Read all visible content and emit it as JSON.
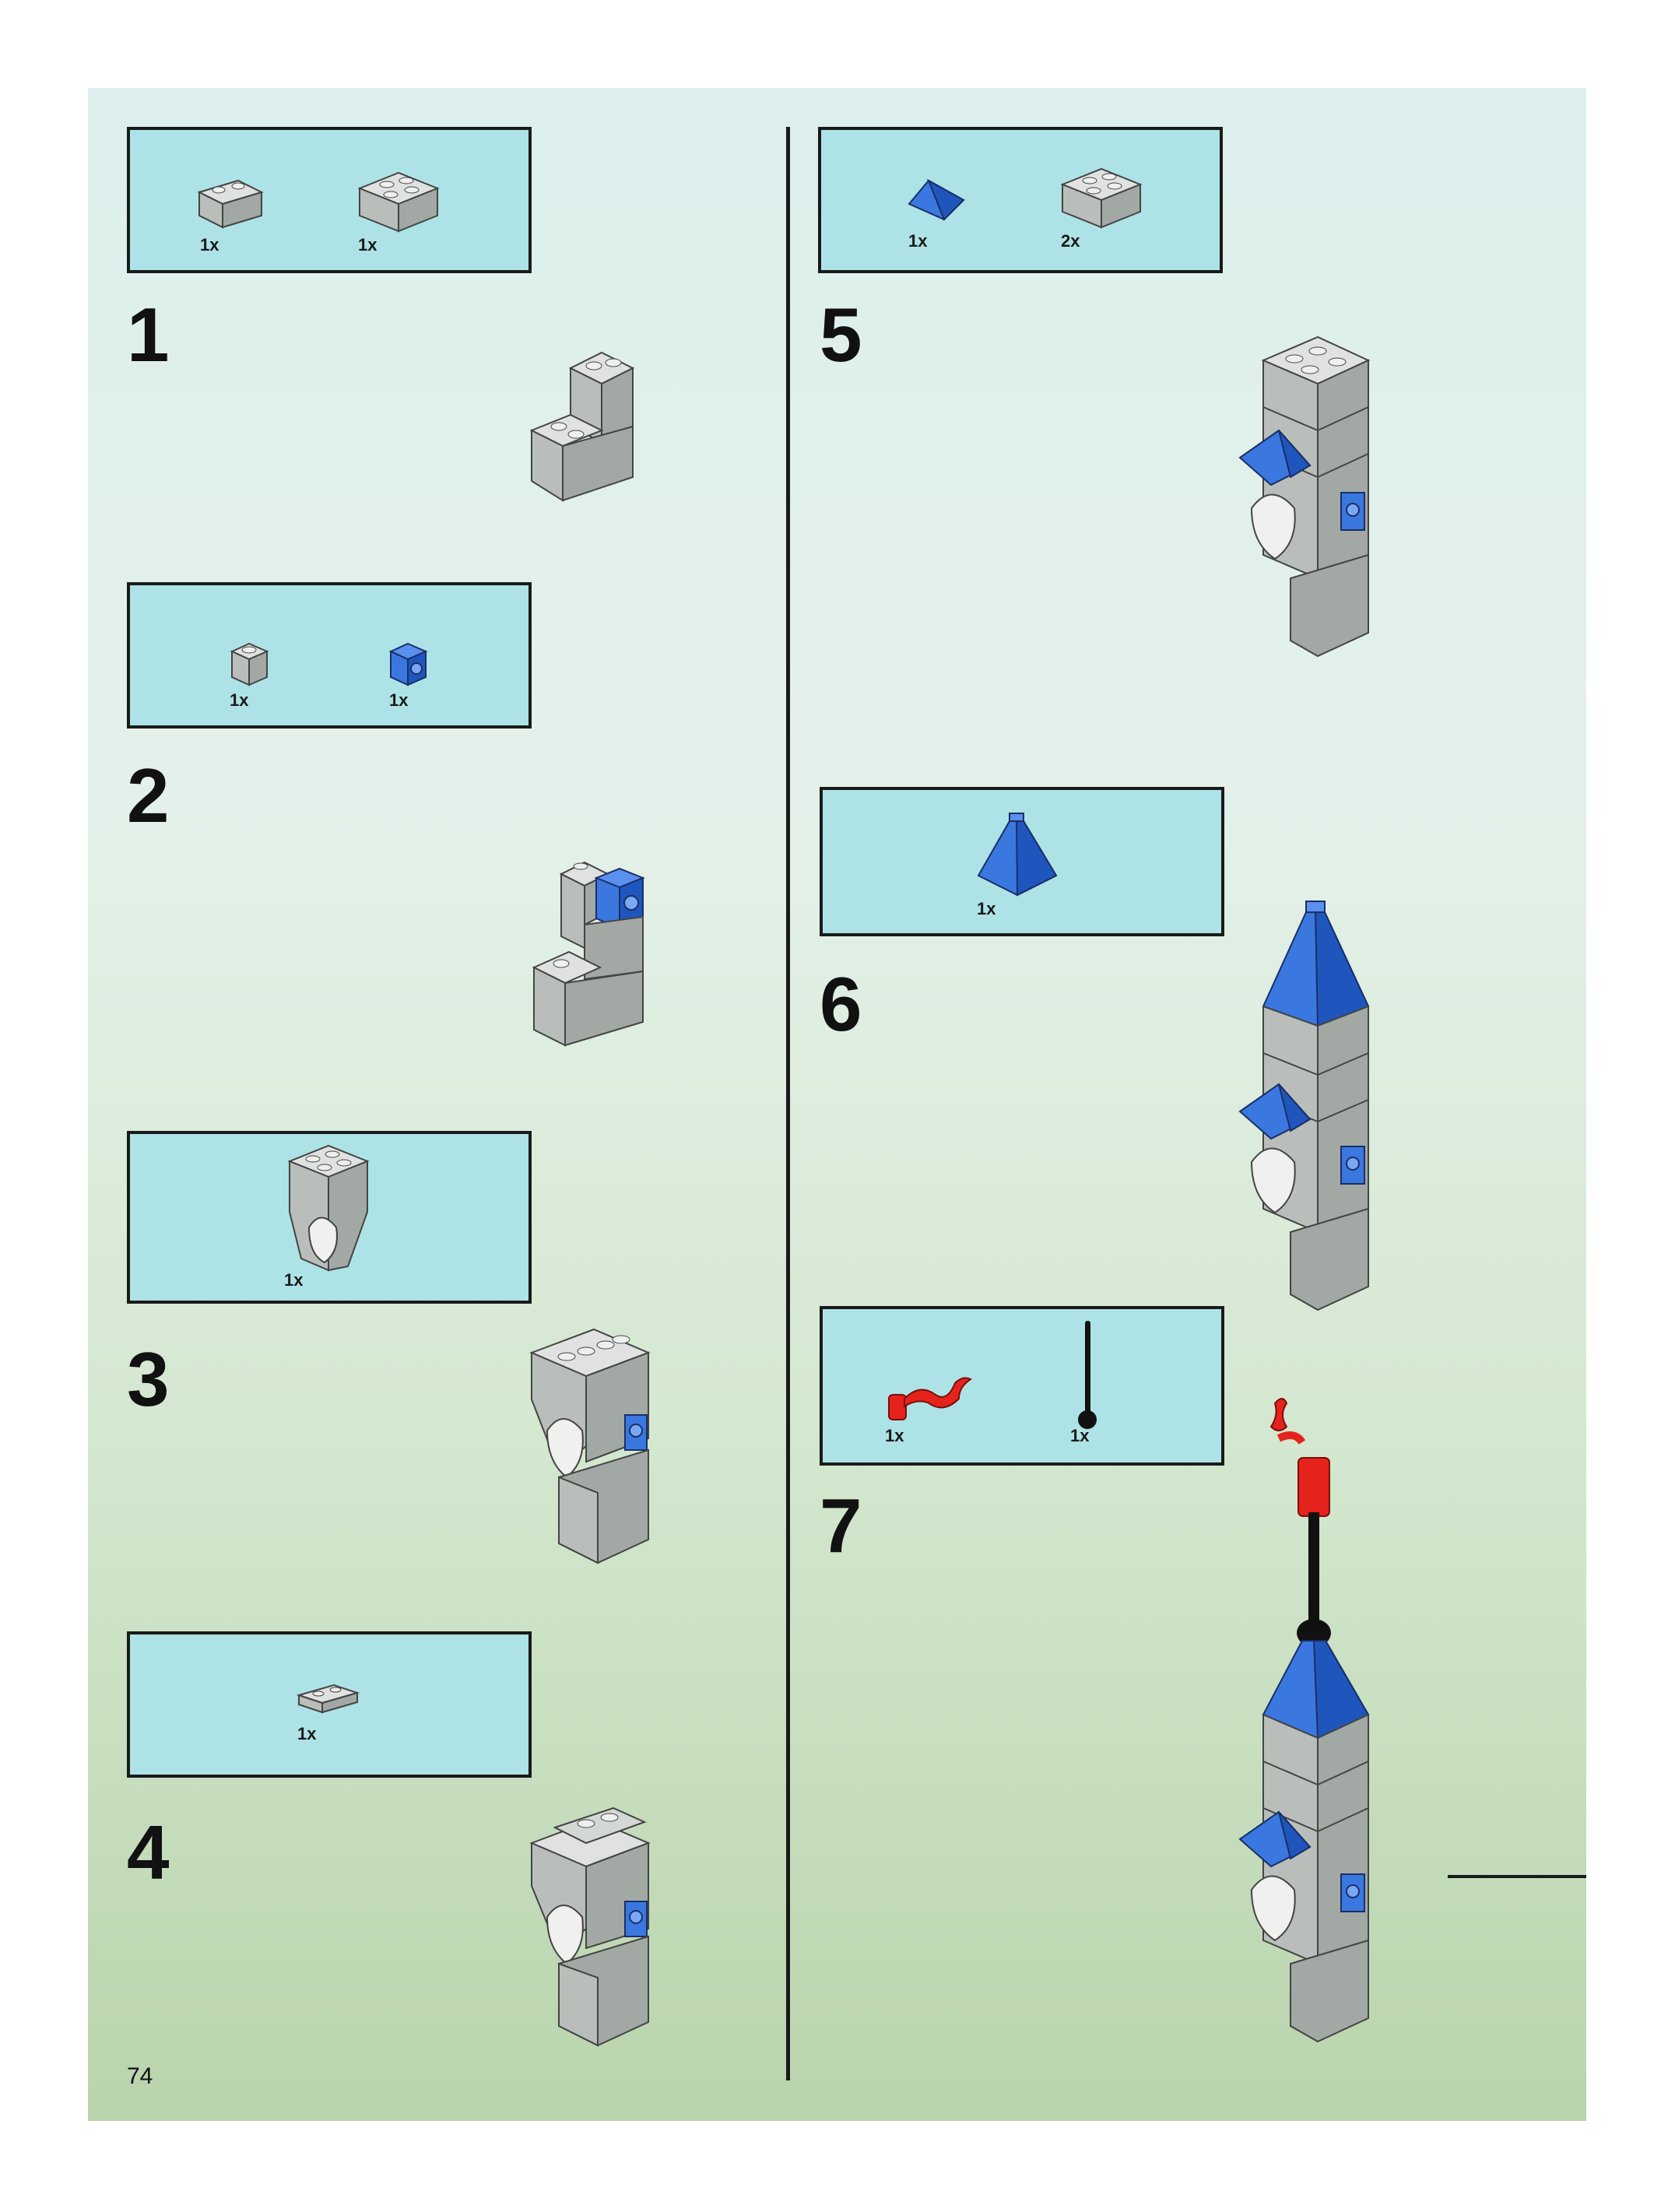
{
  "page_number": "74",
  "steps": [
    {
      "number": "1",
      "parts": [
        {
          "qty": "1x",
          "part": "light-gray-brick-1x2"
        },
        {
          "qty": "1x",
          "part": "light-gray-brick-2x2"
        }
      ]
    },
    {
      "number": "2",
      "parts": [
        {
          "qty": "1x",
          "part": "light-gray-brick-1x1"
        },
        {
          "qty": "1x",
          "part": "blue-brick-1x1-with-hole"
        }
      ]
    },
    {
      "number": "3",
      "parts": [
        {
          "qty": "1x",
          "part": "light-gray-gargoyle-element"
        }
      ]
    },
    {
      "number": "4",
      "parts": [
        {
          "qty": "1x",
          "part": "light-gray-plate-1x2"
        }
      ]
    },
    {
      "number": "5",
      "parts": [
        {
          "qty": "1x",
          "part": "blue-slope-roof"
        },
        {
          "qty": "2x",
          "part": "light-gray-brick-2x2"
        }
      ]
    },
    {
      "number": "6",
      "parts": [
        {
          "qty": "1x",
          "part": "blue-cone-roof-2x2"
        }
      ]
    },
    {
      "number": "7",
      "parts": [
        {
          "qty": "1x",
          "part": "red-flag"
        },
        {
          "qty": "1x",
          "part": "black-antenna"
        }
      ]
    }
  ],
  "colors": {
    "callout": "#ade3e6",
    "gray": "#c4c9c6",
    "blue": "#3a78e0",
    "red": "#e5231c",
    "black": "#111111"
  }
}
